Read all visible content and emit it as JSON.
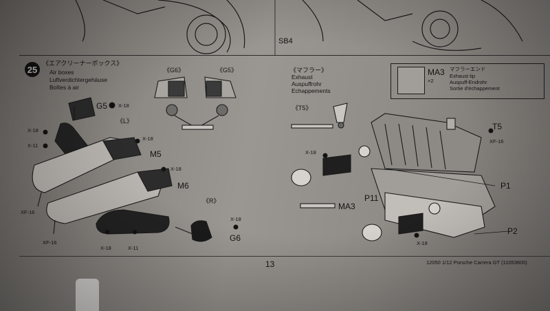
{
  "top_diagram": {
    "part_label": "SB4"
  },
  "step": {
    "number": "25",
    "title_jp": "《エアクリーナーボックス》",
    "title_en": "Air boxes",
    "title_de": "Luftverdichtergehäuse",
    "title_fr": "Boîtes à air",
    "view_l": "《L》",
    "view_r": "《R》",
    "view_g6": "《G6》",
    "view_g5": "《G5》"
  },
  "exhaust": {
    "title_jp": "《マフラー》",
    "title_en": "Exhaust",
    "title_de": "Auspuffrohr",
    "title_fr": "Echappements",
    "view_t5": "《T5》"
  },
  "muffler_end_box": {
    "part": "MA3",
    "qty": "×2",
    "jp": "マフラーエンド",
    "en": "Exhaust tip",
    "de": "Auspuff-Endrohr",
    "fr": "Sortie d'échappement"
  },
  "labels": {
    "g5": "G5",
    "g6": "G6",
    "m5": "M5",
    "m6": "M6",
    "t5": "T5",
    "p1": "P1",
    "p2": "P2",
    "p11": "P11",
    "ma3": "MA3",
    "x18": "X-18",
    "x11": "X-11",
    "xf16": "XF-16"
  },
  "footer": {
    "page_number": "13",
    "model": "12050  1/12 Porsche Carrera GT (11053600)"
  }
}
